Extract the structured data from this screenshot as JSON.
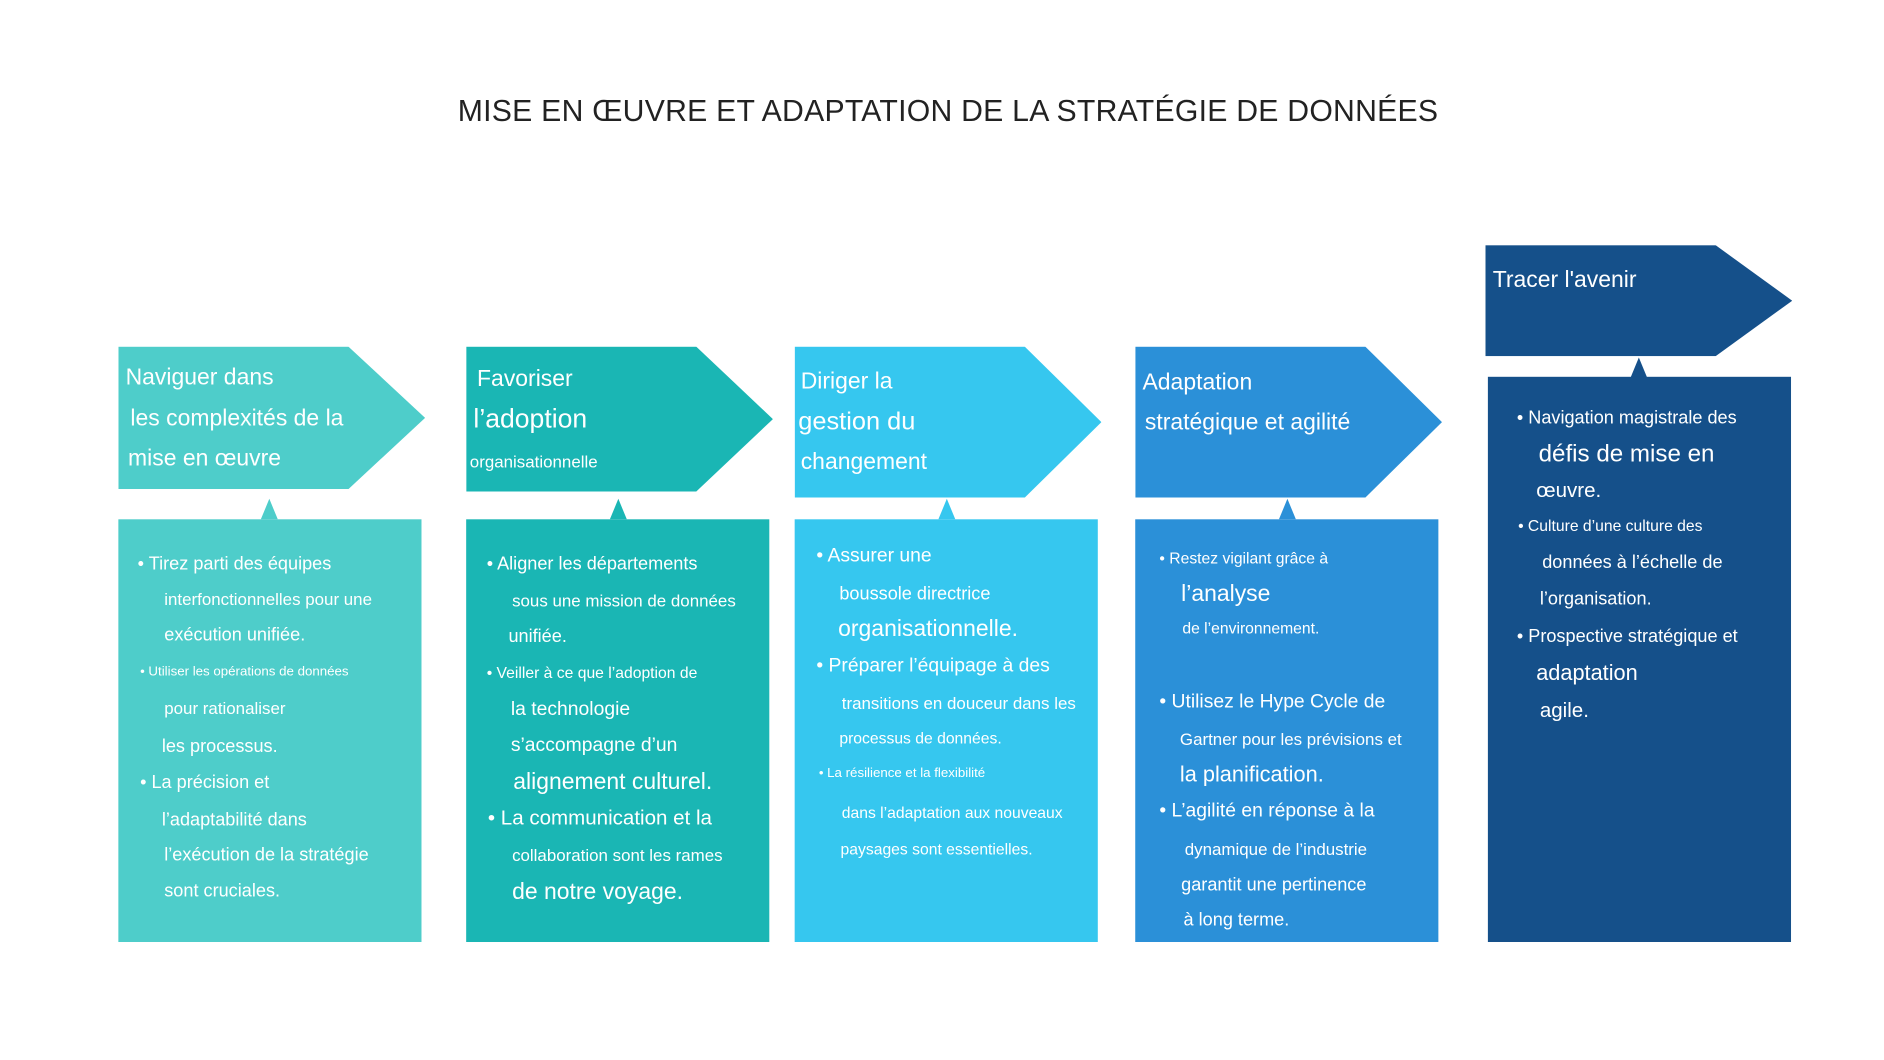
{
  "title": "MISE EN ŒUVRE ET ADAPTATION DE LA STRATÉGIE DE DONNÉES",
  "colors": {
    "step1": "#4ecdca",
    "step2": "#1ab6b4",
    "step3": "#36c7ef",
    "step4": "#2b90d8",
    "step5": "#15508a"
  },
  "steps": [
    {
      "header": [
        "Naviguer dans",
        "les complexités de la",
        "mise en œuvre"
      ],
      "lines": [
        "• Tirez parti des équipes",
        "interfonctionnelles pour une",
        "exécution unifiée.",
        "• Utiliser les opérations de données",
        "pour rationaliser",
        "les processus.",
        "• La précision et",
        "l’adaptabilité dans",
        "l’exécution de la stratégie",
        "sont cruciales."
      ]
    },
    {
      "header": [
        "Favoriser",
        "l’adoption",
        "organisationnelle"
      ],
      "lines": [
        "• Aligner les départements",
        "sous une mission de données",
        "unifiée.",
        "• Veiller à ce que l’adoption de",
        "la technologie",
        "s’accompagne d’un",
        "alignement culturel.",
        "• La communication et la",
        "collaboration sont les rames",
        "de notre voyage."
      ]
    },
    {
      "header": [
        "Diriger la",
        "gestion du",
        "changement"
      ],
      "lines": [
        "• Assurer une",
        "boussole directrice",
        "organisationnelle.",
        "• Préparer l’équipage à des",
        "transitions en douceur dans les",
        "processus de données.",
        "• La résilience et la flexibilité",
        "dans l’adaptation aux nouveaux",
        "paysages sont essentielles."
      ]
    },
    {
      "header": [
        "Adaptation",
        "stratégique et agilité"
      ],
      "lines": [
        "• Restez vigilant grâce à",
        "l’analyse",
        "de l’environnement.",
        "• Utilisez le Hype Cycle de",
        "Gartner pour les prévisions et",
        "la planification.",
        "• L’agilité en réponse à la",
        "dynamique de l’industrie",
        "garantit une pertinence",
        "à long terme."
      ]
    },
    {
      "header": [
        "Tracer l'avenir"
      ],
      "lines": [
        "• Navigation magistrale des",
        "défis de mise en",
        "œuvre.",
        "• Culture d’une culture des",
        "données à l’échelle de",
        "l’organisation.",
        "• Prospective stratégique et",
        "adaptation",
        "agile."
      ]
    }
  ]
}
